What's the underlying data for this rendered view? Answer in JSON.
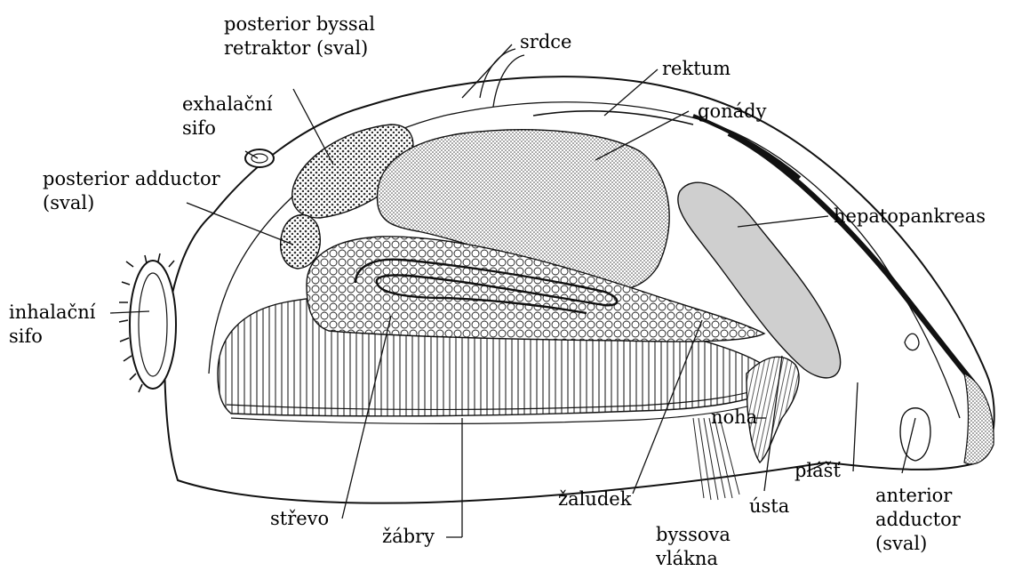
{
  "labels": {
    "posterior_byssal_retractor": [
      "posterior byssal",
      "retraktor (sval)"
    ],
    "srdce": "srdce",
    "rektum": "rektum",
    "gonady": "gonády",
    "exhalacni_sifo": [
      "exhalační",
      "sifo"
    ],
    "posterior_adductor": [
      "posterior adductor",
      "(sval)"
    ],
    "hepatopankreas": "hepatopankreas",
    "inhalacni_sifo": [
      "inhalační",
      "sifo"
    ],
    "noha": "noha",
    "plast": "plášť",
    "anterior_adductor": [
      "anterior",
      "adductor",
      "(sval)"
    ],
    "zaludek": "žaludek",
    "usta": "ústa",
    "strevo": "střevo",
    "zabry": "žábry",
    "byssova_vlakna": [
      "byssova",
      "vlákna"
    ]
  }
}
